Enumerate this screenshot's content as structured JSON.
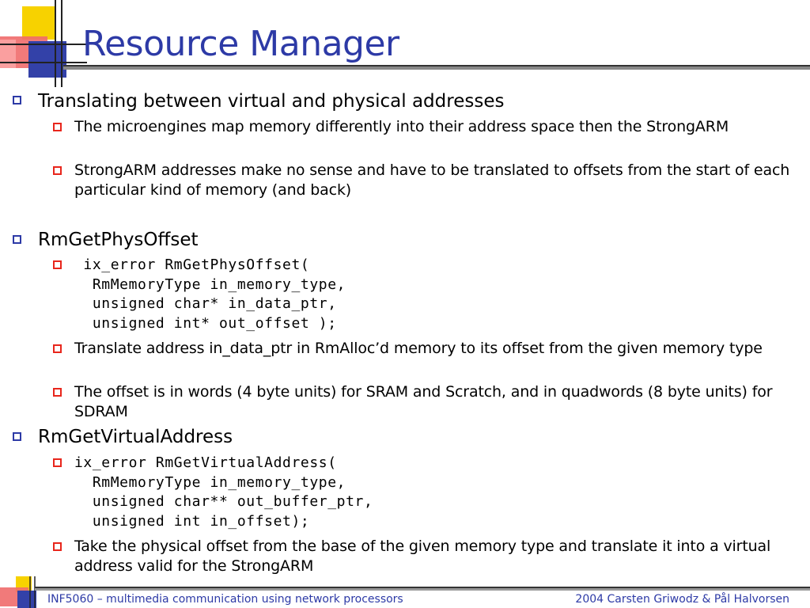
{
  "title": "Resource Manager",
  "sections": [
    {
      "heading": "Translating between virtual and physical addresses",
      "items": [
        "The microengines map memory differently into their address space then the StrongARM",
        "StrongARM addresses make no sense and have to be translated to offsets from the start of each particular kind of memory (and back)"
      ]
    },
    {
      "heading": "RmGetPhysOffset",
      "code": " ix_error RmGetPhysOffset(\n  RmMemoryType in_memory_type,\n  unsigned char* in_data_ptr,\n  unsigned int* out_offset );",
      "items": [
        "Translate address in_data_ptr in RmAlloc’d memory to its offset from the given memory type",
        "The offset is in words (4 byte units) for SRAM and Scratch, and in quadwords (8 byte units) for SDRAM"
      ]
    },
    {
      "heading": "RmGetVirtualAddress",
      "code": "ix_error RmGetVirtualAddress(\n  RmMemoryType in_memory_type,\n  unsigned char** out_buffer_ptr,\n  unsigned int in_offset);",
      "items": [
        "Take the physical offset from the base of the given memory type and translate it into a virtual address valid for the StrongARM"
      ]
    }
  ],
  "footer": {
    "left": "INF5060 – multimedia communication using network processors",
    "right": "2004  Carsten Griwodz & Pål Halvorsen"
  },
  "colors": {
    "title": "#2d3aa6",
    "bullet_level1": "#2d3aa6",
    "bullet_level2": "#e8261c",
    "logo_yellow": "#f7d200",
    "logo_red": "#ef5a5a",
    "logo_blue": "#3341a8"
  }
}
